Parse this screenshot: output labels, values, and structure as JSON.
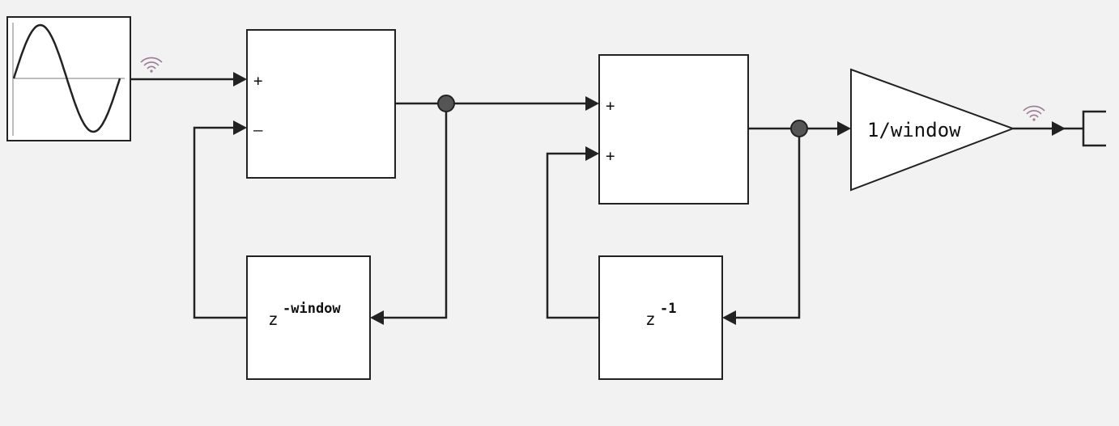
{
  "diagram": {
    "sum1": {
      "port_top": "+",
      "port_bottom": "–"
    },
    "sum2": {
      "port_top": "+",
      "port_bottom": "+"
    },
    "delay_window": {
      "base": "z",
      "exponent": "-window"
    },
    "delay_one": {
      "base": "z",
      "exponent": "-1"
    },
    "gain": {
      "label": "1/window"
    },
    "colors": {
      "line": "#222222",
      "background": "#f2f2f2",
      "block_fill": "#ffffff",
      "signal_icon": "#9b7b96",
      "junction": "#555555"
    }
  }
}
